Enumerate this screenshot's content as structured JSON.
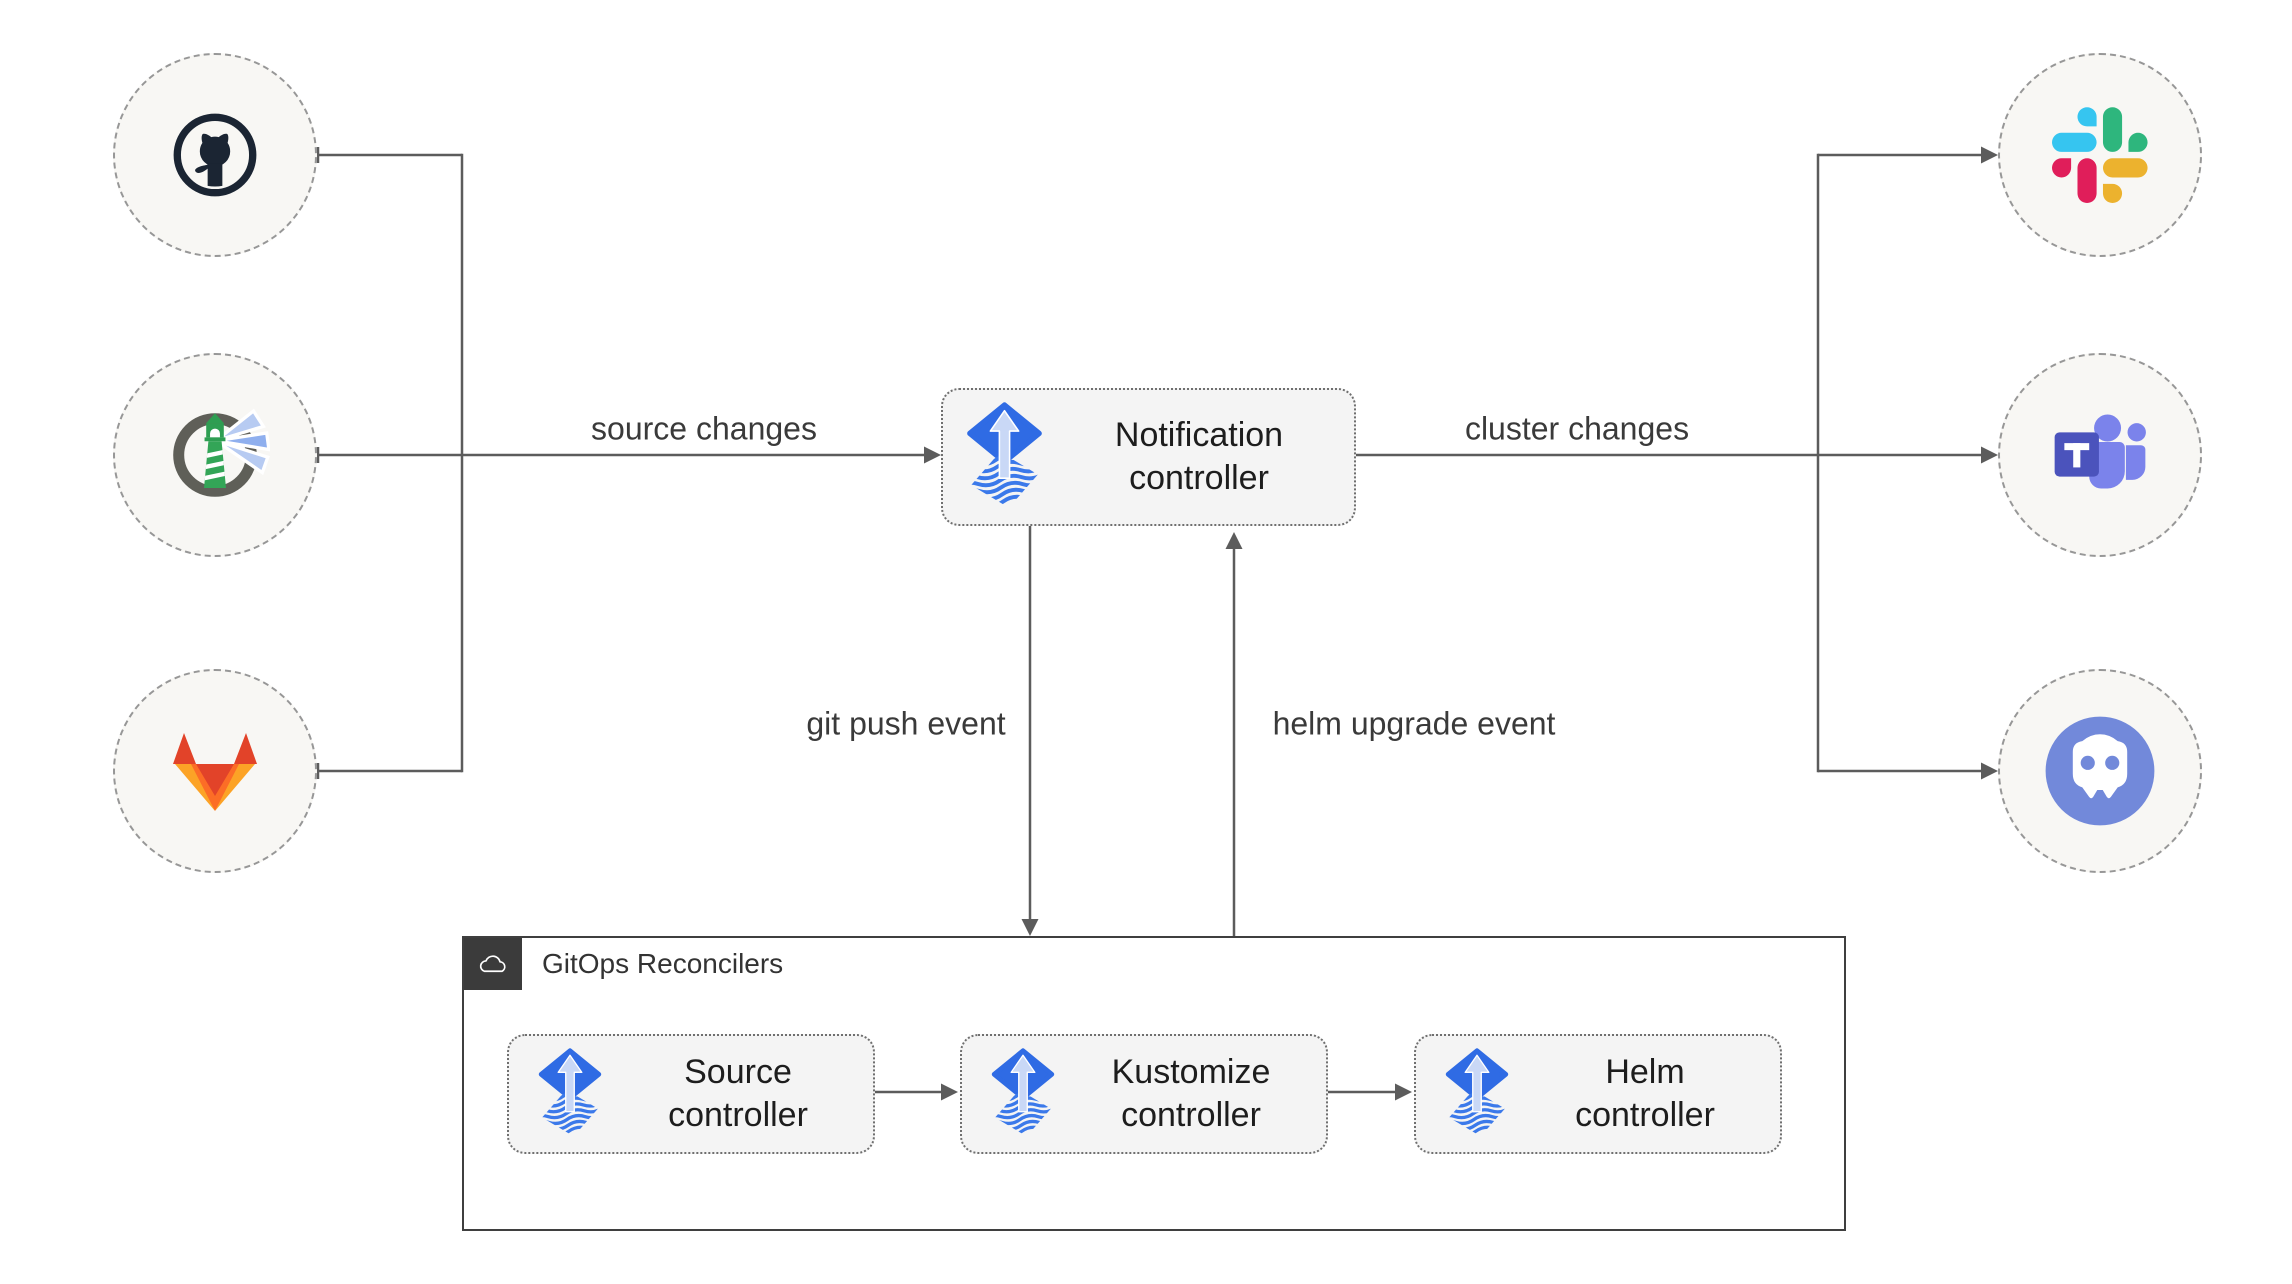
{
  "diagram": {
    "source_nodes": [
      {
        "id": "github",
        "icon": "github-icon"
      },
      {
        "id": "harbor",
        "icon": "harbor-icon"
      },
      {
        "id": "gitlab",
        "icon": "gitlab-icon"
      }
    ],
    "notifier_nodes": [
      {
        "id": "slack",
        "icon": "slack-icon"
      },
      {
        "id": "teams",
        "icon": "microsoft-teams-icon"
      },
      {
        "id": "discord",
        "icon": "discord-icon"
      }
    ],
    "notification_controller": {
      "label": "Notification controller",
      "icon": "flux-icon"
    },
    "edge_labels": {
      "source_changes": "source changes",
      "cluster_changes": "cluster changes",
      "git_push_event": "git push event",
      "helm_upgrade_event": "helm upgrade event"
    },
    "reconcilers_group": {
      "label": "GitOps Reconcilers",
      "icon": "cloud-icon",
      "controllers": [
        {
          "label": "Source controller",
          "icon": "flux-icon"
        },
        {
          "label": "Kustomize controller",
          "icon": "flux-icon"
        },
        {
          "label": "Helm controller",
          "icon": "flux-icon"
        }
      ]
    },
    "colors": {
      "line": "#5c5c5c",
      "flux_blue": "#2f6be4",
      "node_bg": "#f8f7f4",
      "box_bg": "#f4f4f4",
      "group_border": "#3f3f3f",
      "header_dark": "#3b3b3b",
      "slack": [
        "#36c5f0",
        "#2eb67d",
        "#ecb22e",
        "#e01e5a"
      ],
      "gitlab": [
        "#e24329",
        "#fc6d26",
        "#fca326"
      ],
      "teams_purple": "#4b53bc",
      "discord_blurple": "#7289da",
      "harbor_green": "#2e9e52"
    }
  }
}
